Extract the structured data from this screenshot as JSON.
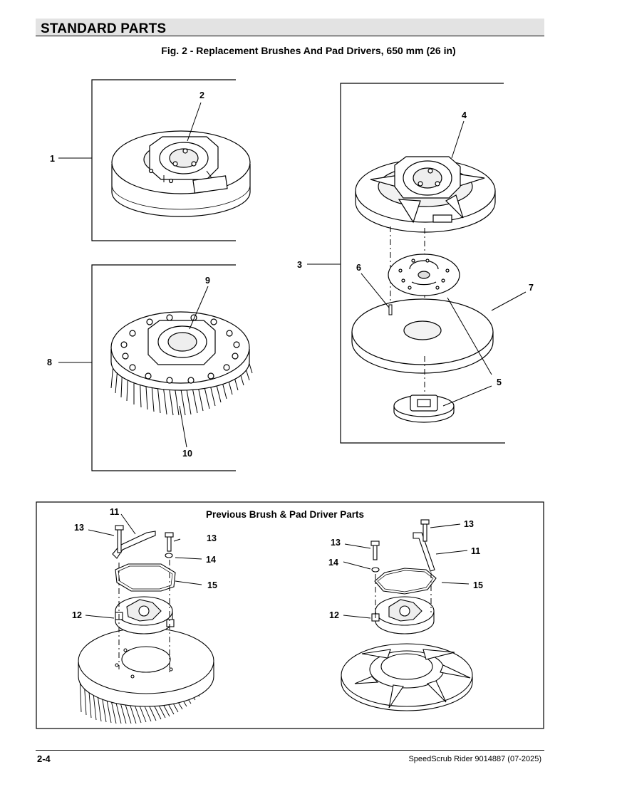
{
  "header": {
    "section_title": "STANDARD PARTS"
  },
  "figure": {
    "caption": "Fig. 2 - Replacement Brushes And Pad Drivers, 650 mm (26 in)",
    "callouts": {
      "c1": "1",
      "c2": "2",
      "c3": "3",
      "c4": "4",
      "c5": "5",
      "c6": "6",
      "c7": "7",
      "c8": "8",
      "c9": "9",
      "c10": "10"
    }
  },
  "previous_parts": {
    "title": "Previous Brush & Pad Driver Parts",
    "left_callouts": {
      "c11": "11",
      "c12": "12",
      "c13a": "13",
      "c13b": "13",
      "c14": "14",
      "c15": "15"
    },
    "right_callouts": {
      "c13a": "13",
      "c13b": "13",
      "c11": "11",
      "c14": "14",
      "c15": "15",
      "c12": "12"
    }
  },
  "footer": {
    "page_number": "2-4",
    "doc_ref": "SpeedScrub Rider 9014887  (07-2025)"
  }
}
